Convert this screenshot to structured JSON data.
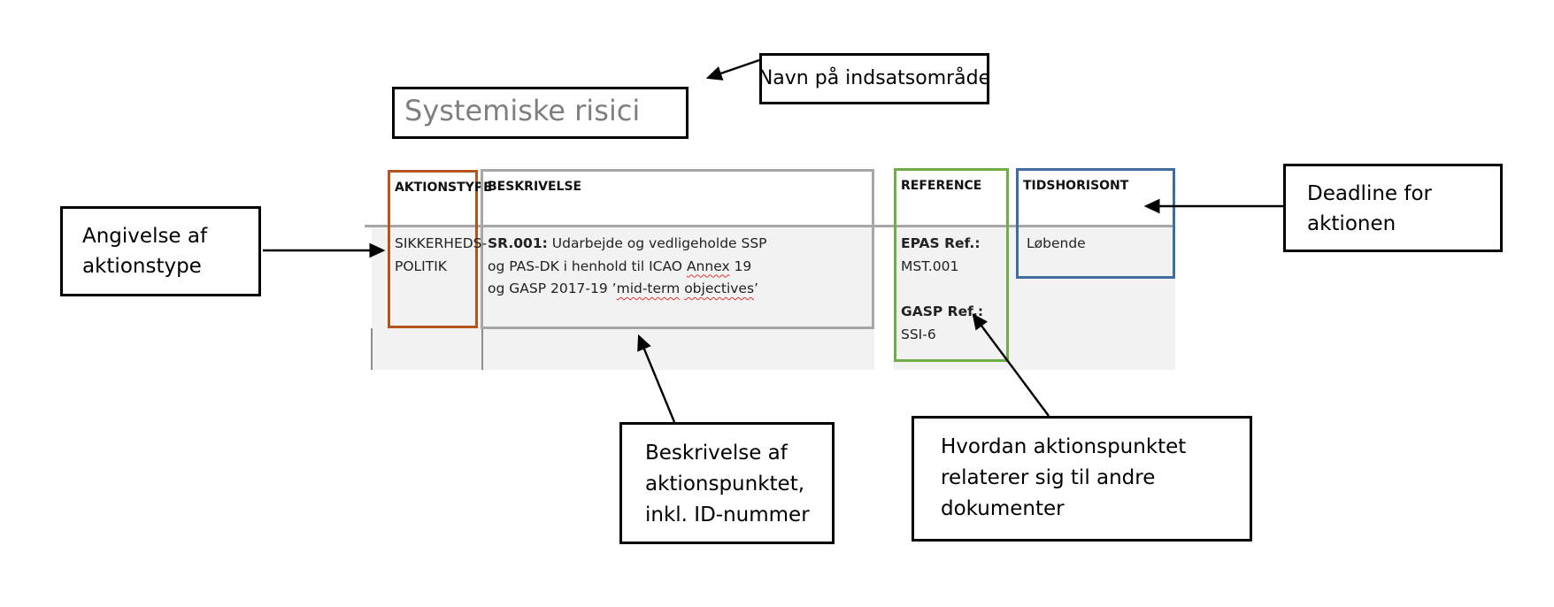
{
  "title": "Systemiske risici",
  "callouts": {
    "navn": {
      "text": "Navn på indsatsområde"
    },
    "angivelse": {
      "lines": [
        "Angivelse af",
        "aktionstype"
      ]
    },
    "deadline": {
      "lines": [
        "Deadline for",
        "aktionen"
      ]
    },
    "beskrivelse": {
      "lines": [
        "Beskrivelse af",
        "aktionspunktet,",
        "inkl. ID-nummer"
      ]
    },
    "hvordan": {
      "lines": [
        "Hvordan aktionspunktet",
        "relaterer sig til andre",
        "dokumenter"
      ]
    }
  },
  "table": {
    "headers": {
      "aktionstype": "AKTIONSTYPE",
      "beskrivelse": "BESKRIVELSE",
      "reference": "REFERENCE",
      "tidshorisont": "TIDSHORISONT"
    },
    "row": {
      "aktionstype_lines": [
        "SIKKERHEDS-",
        "POLITIK"
      ],
      "beskrivelse": {
        "id_bold": "SR.001:",
        "line1_rest": " Udarbejde og vedligeholde SSP",
        "line2_pre": "og PAS-DK i henhold til ICAO ",
        "line2_misspell": "Annex",
        "line2_post": " 19",
        "line3_pre": "og GASP 2017-19 ’",
        "line3_misspell1": "mid-term",
        "line3_space": " ",
        "line3_misspell2": "objectives",
        "line3_post": "’"
      },
      "reference": {
        "epas_label": "EPAS Ref.:",
        "epas_value": "MST.001",
        "gasp_label": "GASP Ref.:",
        "gasp_value": "SSI-6"
      },
      "tidshorisont": "Løbende"
    }
  },
  "colors": {
    "aktionstype_border": "#b5541d",
    "beskrivelse_border": "#a6a6a6",
    "reference_border": "#70ad47",
    "tidshorisont_border": "#3f6e9e",
    "row_background": "#f2f2f2",
    "row_separator": "#a6a6a6",
    "spellcheck_underline": "#e03535",
    "title_text": "#7f7f7f",
    "callout_border": "#000000"
  }
}
